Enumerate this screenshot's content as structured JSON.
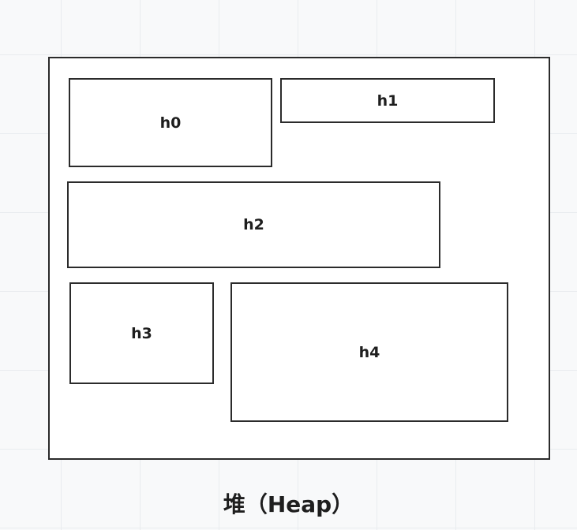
{
  "diagram": {
    "caption": "堆（Heap）",
    "blocks": [
      {
        "label": "h0"
      },
      {
        "label": "h1"
      },
      {
        "label": "h2"
      },
      {
        "label": "h3"
      },
      {
        "label": "h4"
      }
    ]
  }
}
